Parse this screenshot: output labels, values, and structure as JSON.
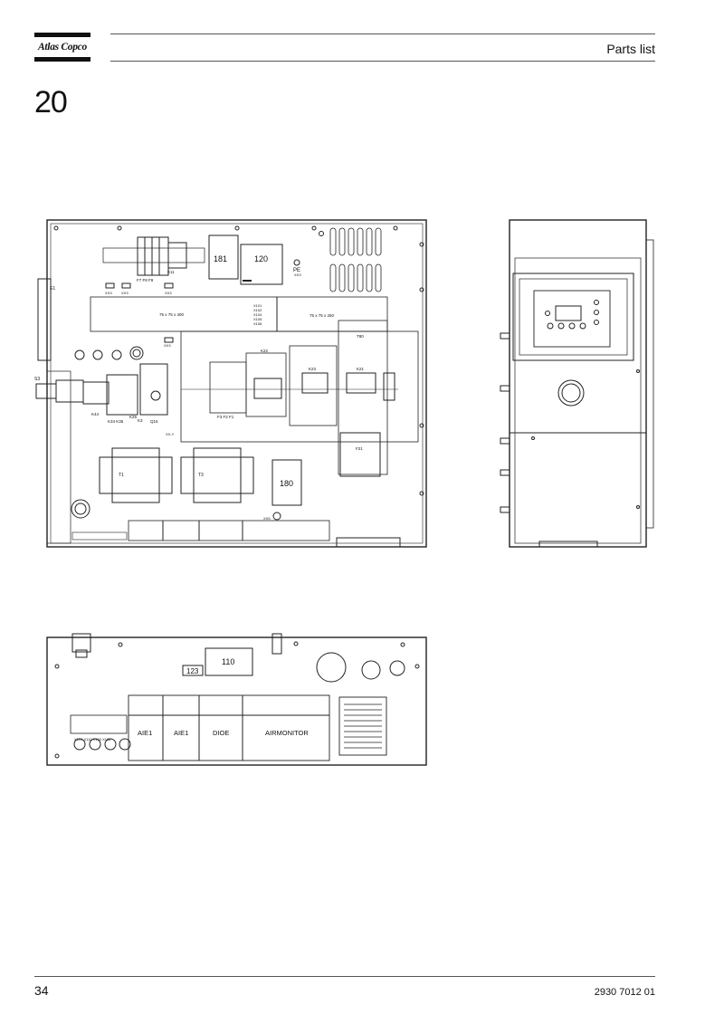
{
  "header": {
    "brand": "Atlas Copco",
    "title": "Parts list"
  },
  "section_number": "20",
  "footer": {
    "page_number": "34",
    "document_number": "2930 7012 01"
  },
  "drawing": {
    "front_panel": {
      "components": [
        "181",
        "120",
        "180"
      ],
      "pe_label": "PE",
      "pe_sub": "XX3",
      "small_labels": {
        "e1": "E1",
        "s3": "S3",
        "k11": "K11",
        "f7f8f9": "F7  F8  F9",
        "xx3a": "XX3",
        "xx3b": "XX3",
        "xx3c": "XX3",
        "xx3d": "XX3",
        "k22": "K22",
        "k23": "K23",
        "k21": "K21",
        "t80": "T80",
        "f3f2f1": "F3    F2    F1",
        "f21": "F21",
        "q15": "Q15",
        "k44": "K44",
        "k34k35": "K34  K35",
        "k25": "K25",
        "k3": "K3",
        "xxy": "XX-Y",
        "t1": "T1",
        "t3": "T3",
        "xx5": "XX5",
        "duct1": "75 x 75 x 400",
        "duct2": "75 x 75 x 250",
        "x101": "X101",
        "x102": "X102",
        "x104": "X104",
        "x105": "X105",
        "x106": "X106"
      }
    },
    "bottom_panel": {
      "components": [
        "123",
        "110"
      ],
      "modules": [
        "AIE1",
        "AIE1",
        "DIOE",
        "AIRMONITOR"
      ],
      "terminals": "X101  X112  X103  X106"
    }
  }
}
